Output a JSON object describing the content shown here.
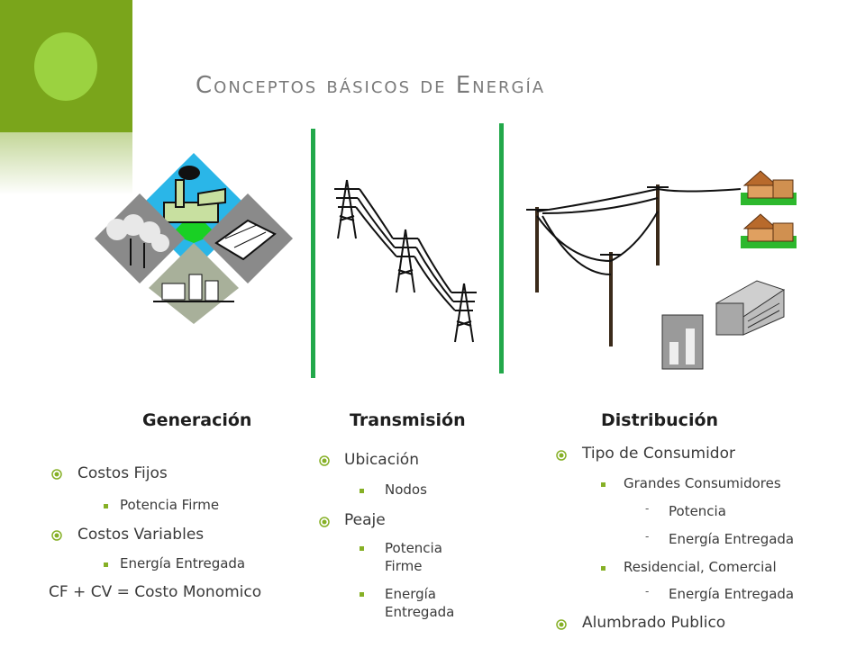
{
  "title": "Conceptos básicos de Energía",
  "columns": {
    "generacion": {
      "heading": "Generación",
      "items": [
        {
          "label": "Costos Fijos",
          "sub": [
            "Potencia Firme"
          ]
        },
        {
          "label": "Costos Variables",
          "sub": [
            "Energía Entregada"
          ]
        }
      ],
      "formula": "CF + CV = Costo Monomico"
    },
    "transmision": {
      "heading": "Transmisión",
      "items": [
        {
          "label": "Ubicación",
          "sub": [
            "Nodos"
          ]
        },
        {
          "label": "Peaje",
          "sub": [
            "Potencia Firme",
            "Energía Entregada"
          ]
        }
      ]
    },
    "distribucion": {
      "heading": "Distribución",
      "items": [
        {
          "label": "Tipo de Consumidor",
          "sub": [
            "Grandes Consumidores",
            "Residencial, Comercial"
          ],
          "subsub": [
            [
              "Potencia",
              "Energía Entregada"
            ],
            [
              "Energía Entregada"
            ]
          ]
        },
        {
          "label": "Alumbrado Publico"
        }
      ]
    }
  },
  "colors": {
    "accent": "#7aa51b",
    "divider": "#22a84a",
    "bullet": "#86b026"
  },
  "icons": [
    "generation-collage-icon",
    "transmission-towers-icon",
    "distribution-poles-icon",
    "house-icon",
    "building-icon"
  ]
}
